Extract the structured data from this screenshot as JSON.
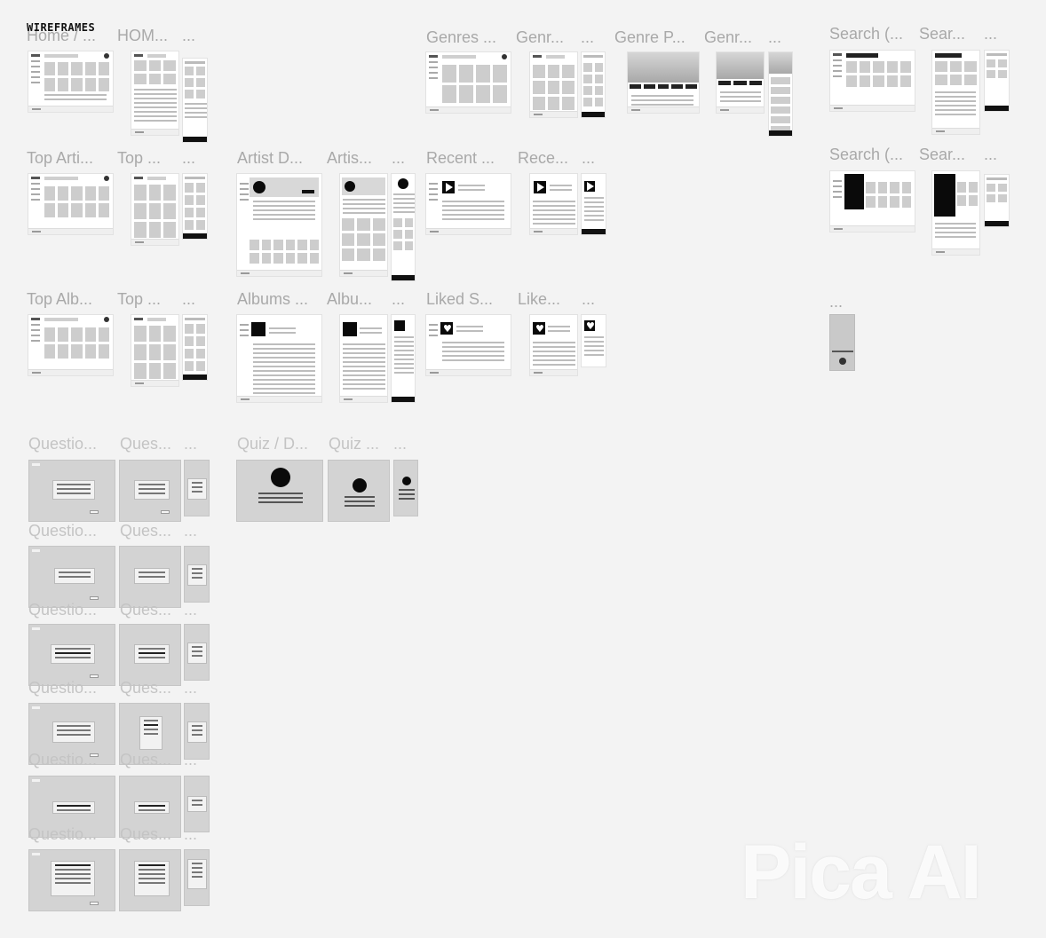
{
  "title": "WIREFRAMES",
  "labels": {
    "home": "Home / ...",
    "home_tab": "HOM...",
    "home_m": "...",
    "genres": "Genres ...",
    "genres_tab": "Genr...",
    "genres_m": "...",
    "genre_p": "Genre P...",
    "genre_p_tab": "Genr...",
    "genre_p_m": "...",
    "search1": "Search (...",
    "search1_tab": "Sear...",
    "search1_m": "...",
    "top_artists": "Top Arti...",
    "top_artists_tab": "Top ...",
    "top_artists_m": "...",
    "artist_d": "Artist D...",
    "artist_d_tab": "Artis...",
    "artist_d_m": "...",
    "recent": "Recent ...",
    "recent_tab": "Rece...",
    "recent_m": "...",
    "search2": "Search (...",
    "search2_tab": "Sear...",
    "search2_m": "...",
    "top_albums": "Top Alb...",
    "top_albums_tab": "Top ...",
    "top_albums_m": "...",
    "albums": "Albums ...",
    "albums_tab": "Albu...",
    "albums_m": "...",
    "liked": "Liked S...",
    "liked_tab": "Like...",
    "liked_m": "...",
    "lone": "...",
    "question1": "Questio...",
    "question1_tab": "Ques...",
    "question1_m": "...",
    "quiz_d": "Quiz / D...",
    "quiz_d_tab": "Quiz ...",
    "quiz_d_m": "...",
    "question2": "Questio...",
    "question2_tab": "Ques...",
    "question2_m": "...",
    "question3": "Questio...",
    "question3_tab": "Ques...",
    "question3_m": "...",
    "question4": "Questio...",
    "question4_tab": "Ques...",
    "question4_m": "...",
    "question5": "Questio...",
    "question5_tab": "Ques...",
    "question5_m": "...",
    "question6": "Questio...",
    "question6_tab": "Ques...",
    "question6_m": "..."
  },
  "watermark": "Pica AI"
}
